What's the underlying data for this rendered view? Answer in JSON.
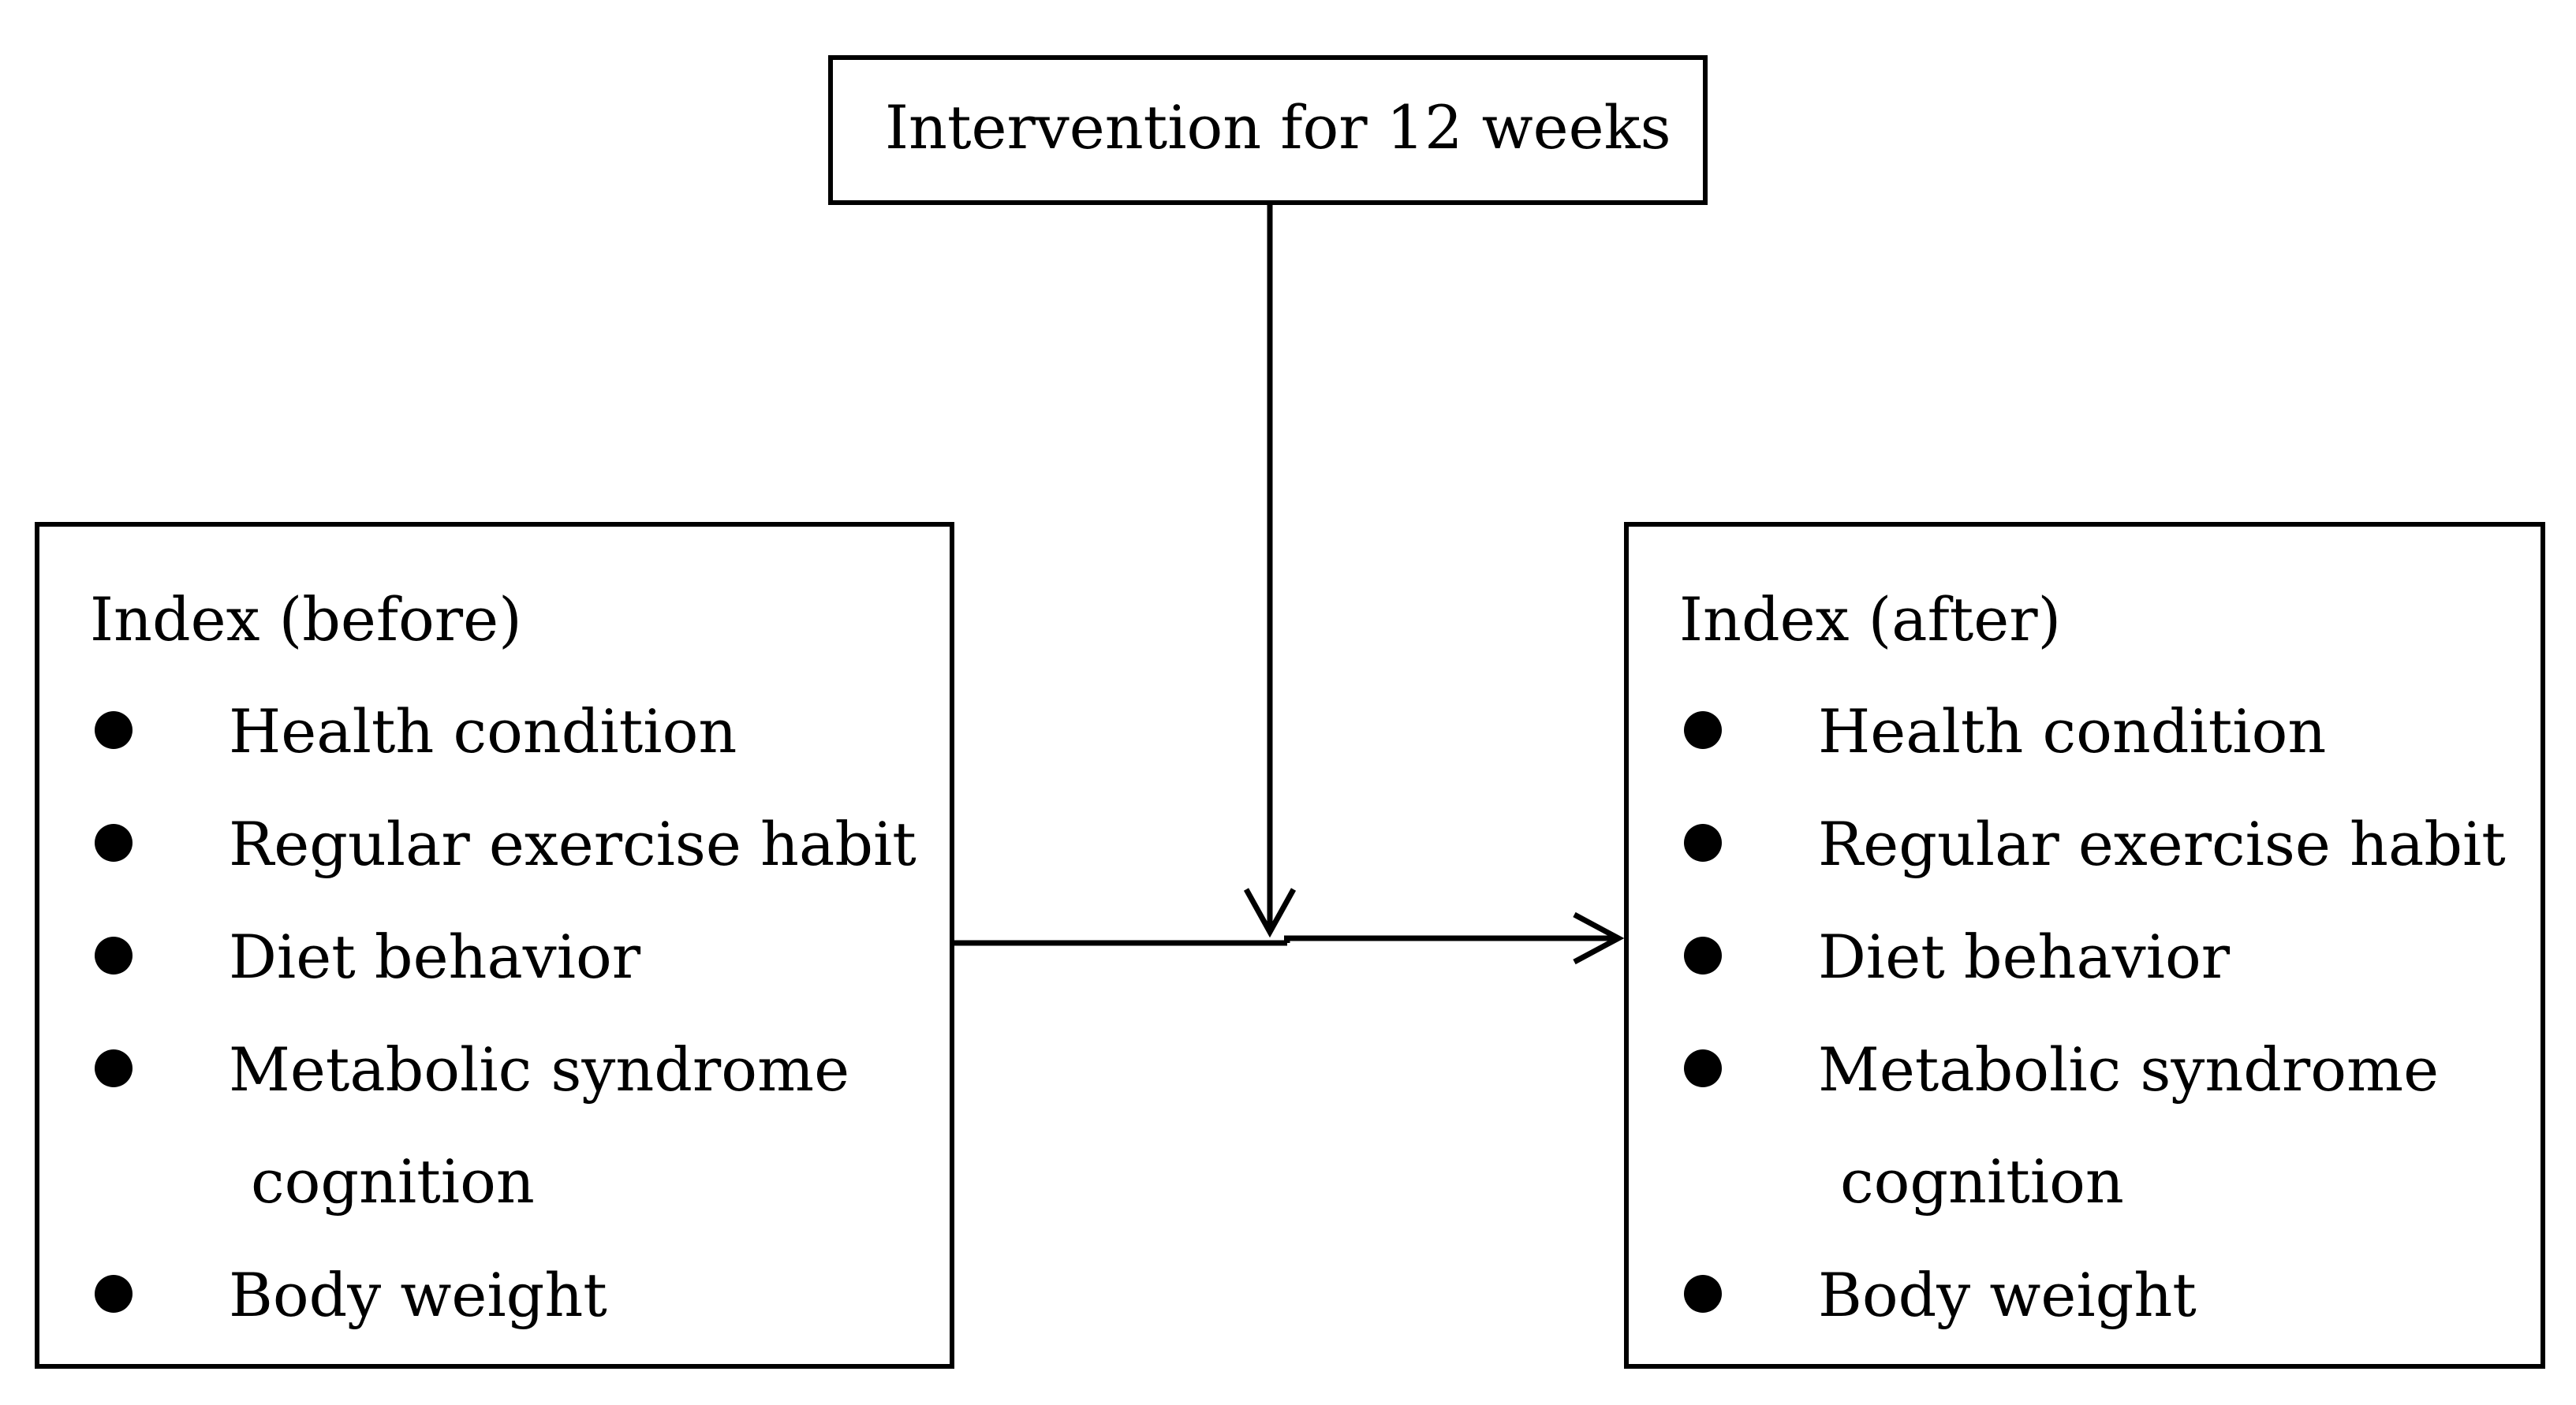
{
  "intervention": {
    "label": "Intervention for 12 weeks"
  },
  "before": {
    "title": "Index (before)",
    "items": [
      {
        "text": "Health condition",
        "cont": ""
      },
      {
        "text": "Regular exercise habit",
        "cont": ""
      },
      {
        "text": "Diet behavior",
        "cont": ""
      },
      {
        "text": "Metabolic syndrome",
        "cont": "cognition"
      },
      {
        "text": "Body weight",
        "cont": ""
      }
    ]
  },
  "after": {
    "title": "Index (after)",
    "items": [
      {
        "text": "Health condition",
        "cont": ""
      },
      {
        "text": "Regular exercise habit",
        "cont": ""
      },
      {
        "text": "Diet behavior",
        "cont": ""
      },
      {
        "text": "Metabolic syndrome",
        "cont": "cognition"
      },
      {
        "text": "Body weight",
        "cont": ""
      }
    ]
  },
  "colors": {
    "stroke": "#000000",
    "background": "#ffffff"
  }
}
